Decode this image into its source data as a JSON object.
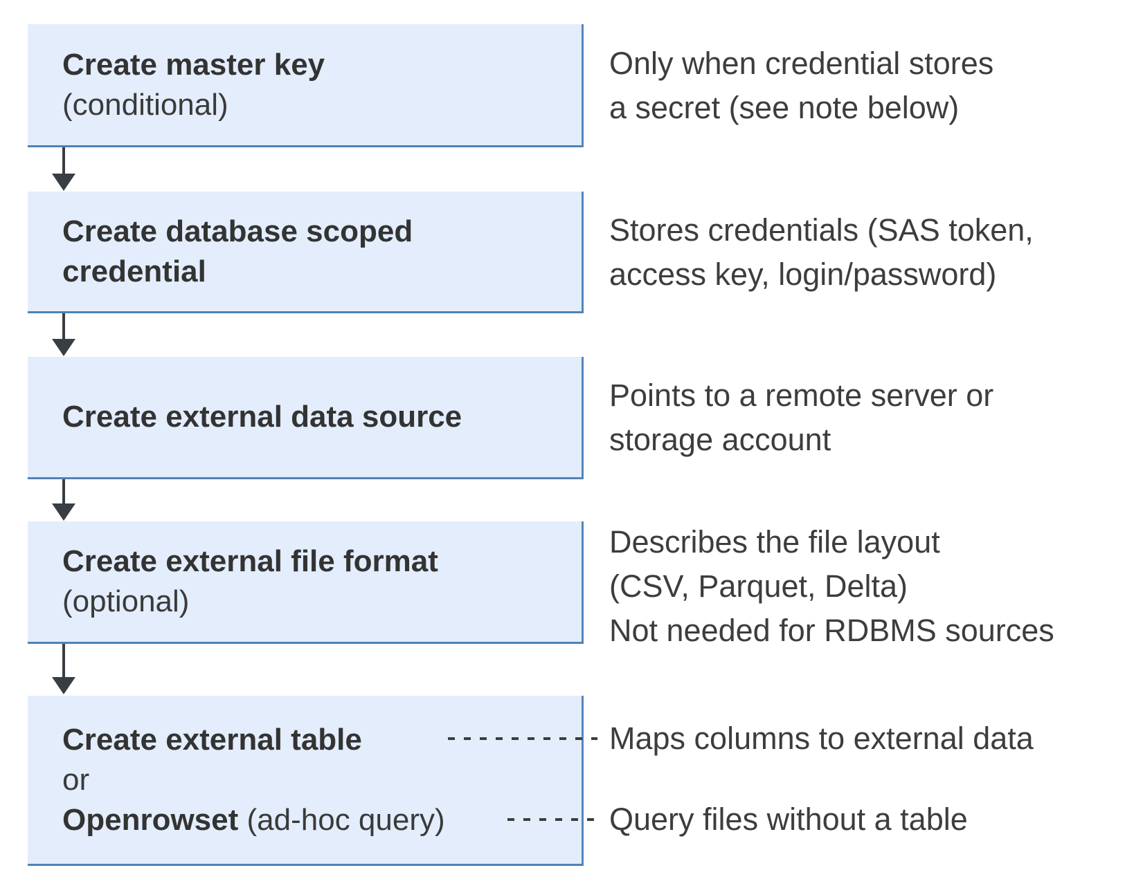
{
  "steps": [
    {
      "title": "Create master key",
      "subtitle": "(conditional)",
      "note": "Only when credential stores\na secret (see note below)"
    },
    {
      "title": "Create database scoped\ncredential",
      "note": "Stores credentials (SAS token,\naccess key, login/password)"
    },
    {
      "title": "Create external data source",
      "note": "Points to a remote server or\nstorage account"
    },
    {
      "title": "Create external file format",
      "subtitle": "(optional)",
      "note": "Describes the file layout\n(CSV, Parquet, Delta)\nNot needed for RDBMS sources"
    },
    {
      "title": "Create external table",
      "or_label": "or",
      "alt_title": "Openrowset",
      "alt_suffix": " (ad-hoc query)",
      "note_table": "Maps columns to external data",
      "note_openrowset": "Query files without a table"
    }
  ],
  "colors": {
    "box_fill": "#e3edfb",
    "box_border": "#4f81b7",
    "arrow": "#393e44",
    "title_text": "#333333",
    "note_text": "#3d3d3d",
    "dash_connector": "#3d3d3d",
    "background": "#ffffff"
  }
}
